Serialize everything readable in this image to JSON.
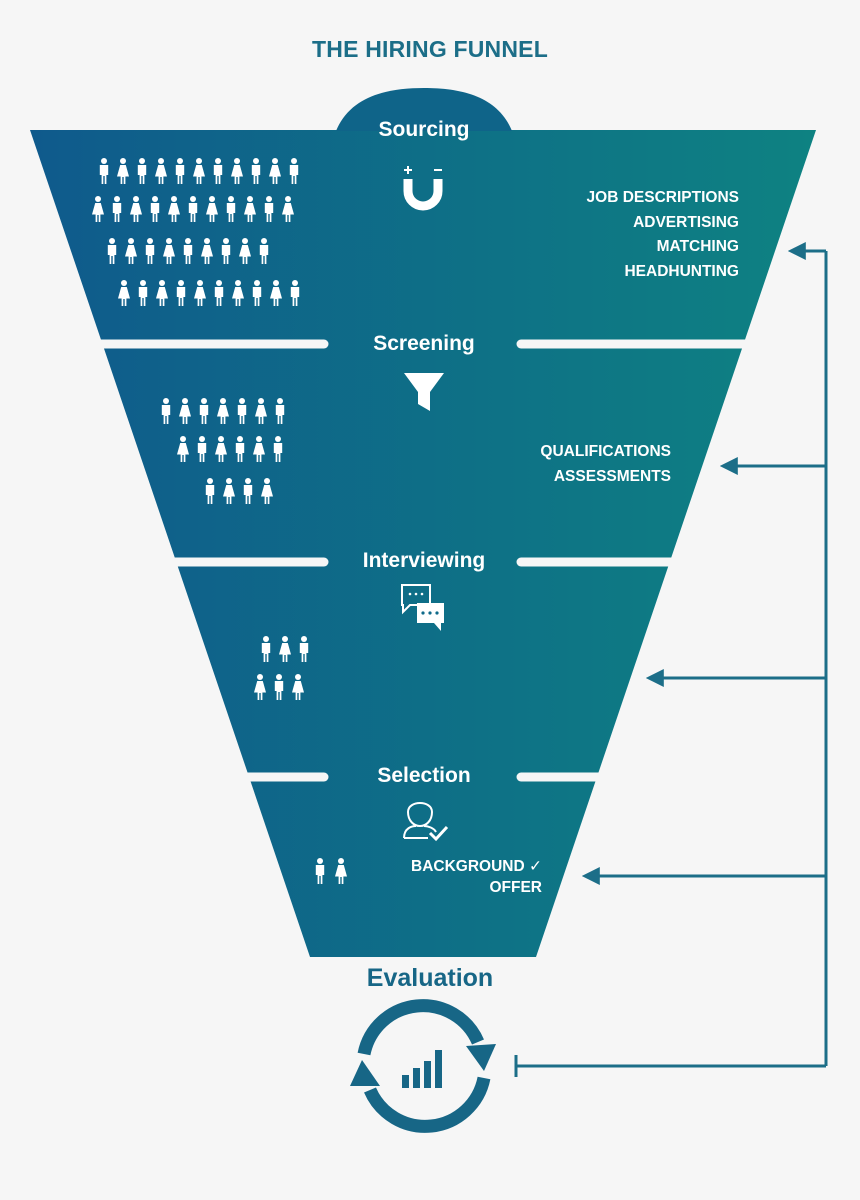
{
  "title": "THE HIRING FUNNEL",
  "colors": {
    "funnel_left": "#0f5a8c",
    "funnel_right": "#0e8282",
    "text_white": "#ffffff",
    "accent_teal": "#1c6e88",
    "evaluation_blue": "#176686",
    "separator": "#ffffff",
    "background": "#f6f6f6"
  },
  "stages": [
    {
      "id": "sourcing",
      "label": "Sourcing",
      "icon": "magnet-icon",
      "items": [
        "JOB DESCRIPTIONS",
        "ADVERTISING",
        "MATCHING",
        "HEADHUNTING"
      ],
      "people_rows": [
        11,
        11,
        9,
        10
      ]
    },
    {
      "id": "screening",
      "label": "Screening",
      "icon": "filter-icon",
      "items": [
        "QUALIFICATIONS",
        "ASSESSMENTS"
      ],
      "people_rows": [
        7,
        6,
        4
      ]
    },
    {
      "id": "interviewing",
      "label": "Interviewing",
      "icon": "chat-bubbles-icon",
      "items": [],
      "people_rows": [
        3,
        3
      ]
    },
    {
      "id": "selection",
      "label": "Selection",
      "icon": "user-check-icon",
      "items": [
        "BACKGROUND ✓",
        "OFFER"
      ],
      "people_rows": [
        2
      ]
    }
  ],
  "evaluation": {
    "label": "Evaluation",
    "icon": "cycle-chart-icon",
    "feedback_arrow_icon": "feedback-arrow-icon"
  }
}
